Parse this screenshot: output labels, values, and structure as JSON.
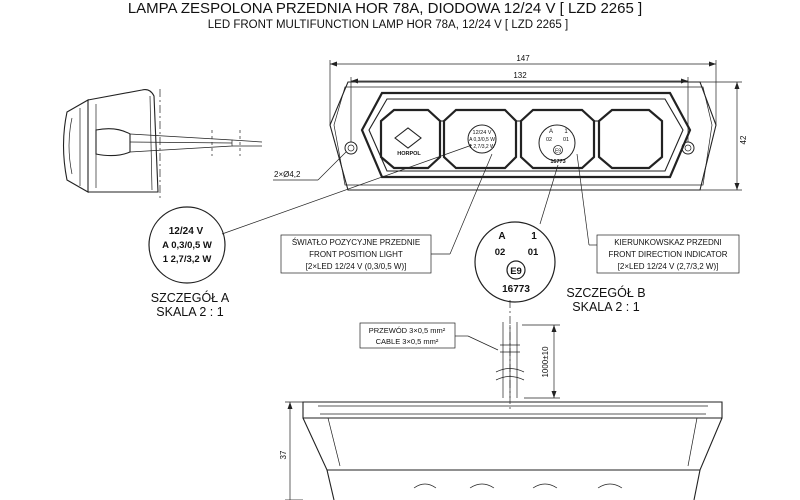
{
  "title": {
    "line1": "LAMPA ZESPOLONA PRZEDNIA HOR 78A, DIODOWA 12/24 V [ LZD 2265 ]",
    "line2": "LED FRONT MULTIFUNCTION LAMP HOR 78A, 12/24 V [ LZD 2265 ]"
  },
  "dimensions": {
    "overall_width": "147",
    "inner_width": "132",
    "height": "42",
    "holes": "2×Ø4,2",
    "cable_length": "1000±10",
    "depth": "37"
  },
  "lamp_labels": {
    "horpol": "HORPOL",
    "voltage": "12/24 V",
    "position_power": "A 0,3/0,5 W",
    "indicator_power": "1 2,7/3,2 W",
    "code_a": "A",
    "code_1": "1",
    "code_02": "02",
    "code_01": "01",
    "e_mark": "E9",
    "approval": "16773"
  },
  "detail_a": {
    "voltage": "12/24 V",
    "position_power": "A 0,3/0,5 W",
    "indicator_power": "1 2,7/3,2 W",
    "title": "SZCZEGÓŁ A",
    "scale": "SKALA 2 : 1"
  },
  "detail_b": {
    "code_a": "A",
    "code_1": "1",
    "code_02": "02",
    "code_01": "01",
    "e_mark": "E9",
    "approval": "16773",
    "title": "SZCZEGÓŁ B",
    "scale": "SKALA 2 : 1"
  },
  "callouts": {
    "position_light": {
      "line1": "ŚWIATŁO POZYCYJNE PRZEDNIE",
      "line2": "FRONT POSITION LIGHT",
      "line3": "[2×LED 12/24 V (0,3/0,5 W)]"
    },
    "direction_indicator": {
      "line1": "KIERUNKOWSKAZ PRZEDNI",
      "line2": "FRONT DIRECTION INDICATOR",
      "line3": "[2×LED 12/24 V (2,7/3,2 W)]"
    },
    "cable": {
      "line1": "PRZEWÓD 3×0,5 mm²",
      "line2": "CABLE 3×0,5 mm²"
    }
  }
}
